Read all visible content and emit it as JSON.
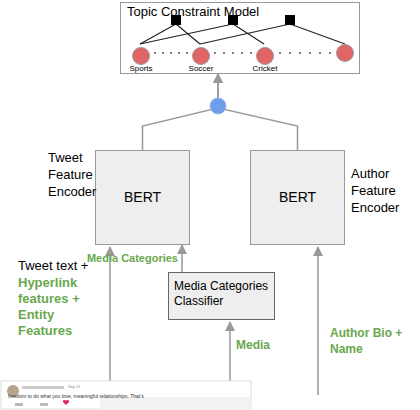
{
  "diagram": {
    "nodes": [
      {
        "text": [
          "Topic Constraint Model"
        ]
      },
      {
        "text": [
          "Sports"
        ],
        "in": 0
      },
      {
        "text": [
          "Soccer"
        ],
        "in": 0
      },
      {
        "text": [
          "Cricket"
        ],
        "in": 0
      },
      {
        "text": [
          "Tweet Feature Encoder",
          "BERT"
        ]
      },
      {
        "text": [
          "BERT",
          "Author Feature Encoder"
        ]
      },
      {
        "text": [
          "Media Categories Classifier"
        ]
      }
    ],
    "edges": [
      {
        "from": 4,
        "to": 0,
        "arrow": "to"
      },
      {
        "from": 5,
        "to": 0,
        "arrow": "to"
      },
      {
        "from": 6,
        "to": 4,
        "label": "Media Categories",
        "arrow": "to"
      }
    ],
    "labels": [
      "Tweet text +",
      "Hyperlink features + Entity Features",
      "Media",
      "Author Bio + Name",
      "Sep 11",
      "freedom to do what you love, meaningful relationships. That's"
    ]
  }
}
